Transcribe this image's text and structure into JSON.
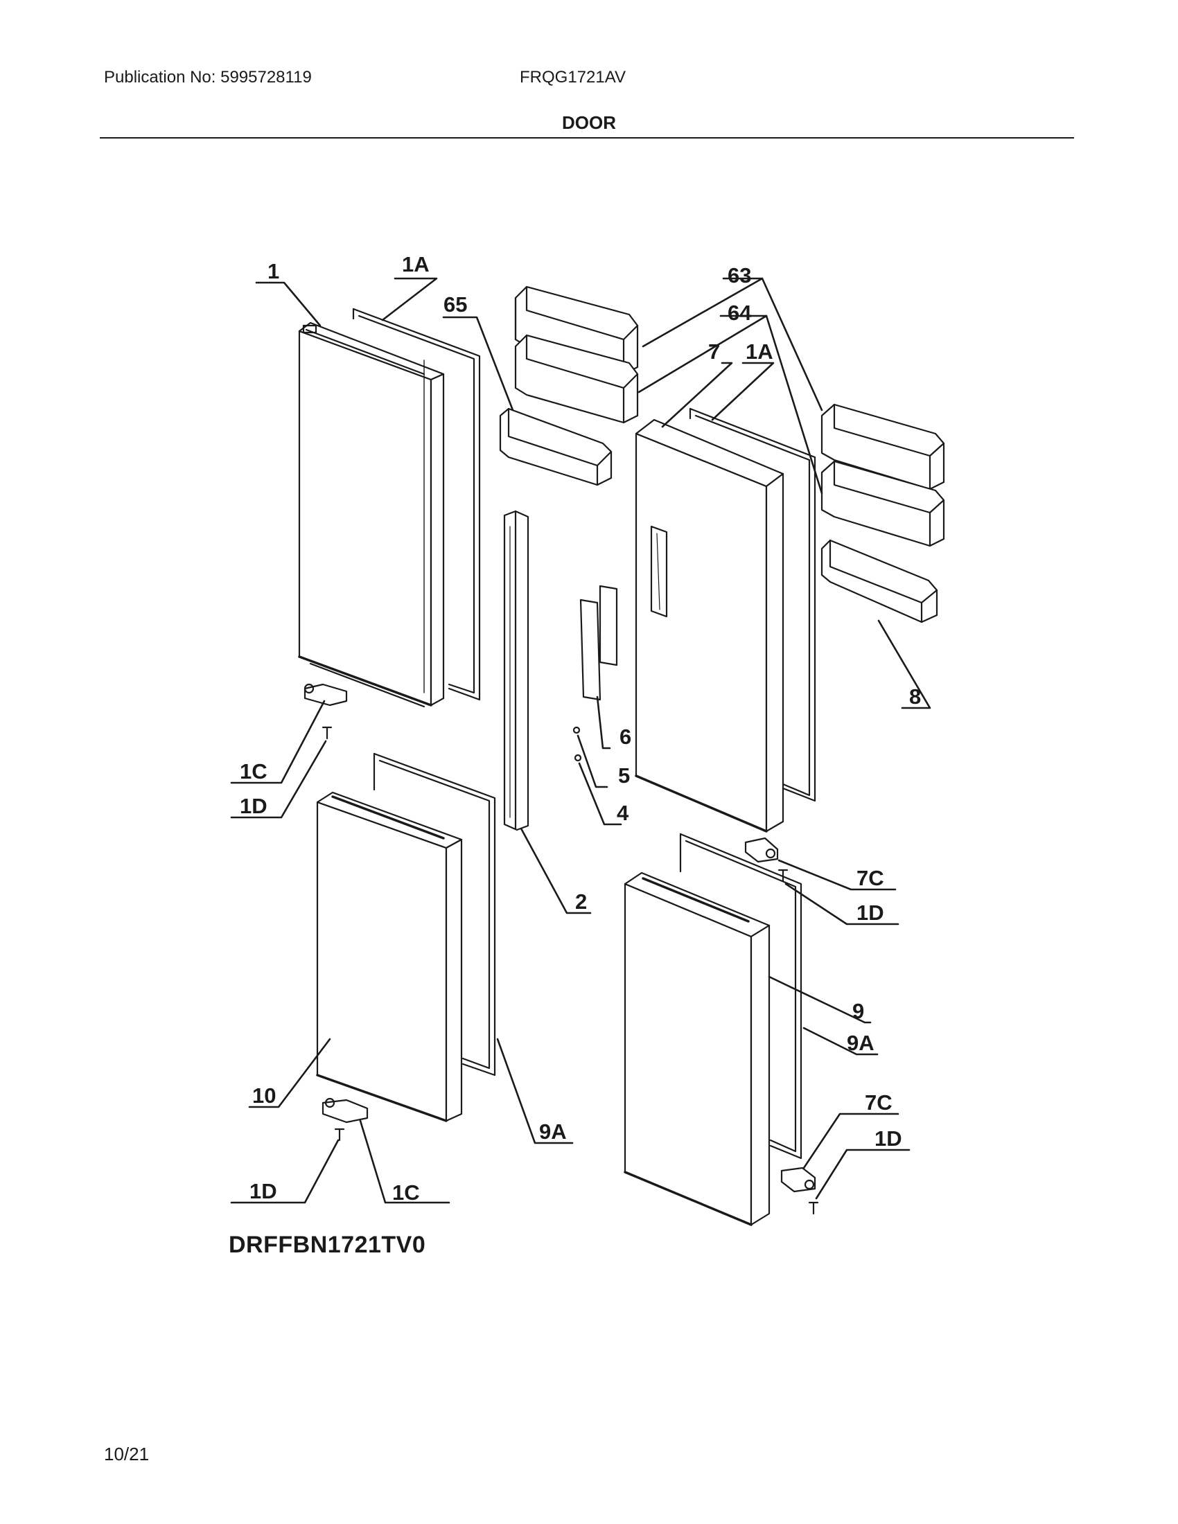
{
  "header": {
    "publication": "Publication No: 5995728119",
    "model": "FRQG1721AV",
    "section": "DOOR"
  },
  "drawing_code": "DRFFBN1721TV0",
  "page_number": "10/21",
  "callouts": {
    "c1": "1",
    "c1a_left": "1A",
    "c65": "65",
    "c63": "63",
    "c64": "64",
    "c7": "7",
    "c1a_right": "1A",
    "c8": "8",
    "c6": "6",
    "c5": "5",
    "c4": "4",
    "c2": "2",
    "c1c_upper": "1C",
    "c1d_upper": "1D",
    "c7c_upper": "7C",
    "c1d_right_upper": "1D",
    "c9": "9",
    "c9a_right": "9A",
    "c10": "10",
    "c9a_left": "9A",
    "c7c_lower": "7C",
    "c1d_right_lower": "1D",
    "c1d_lower": "1D",
    "c1c_lower": "1C"
  }
}
